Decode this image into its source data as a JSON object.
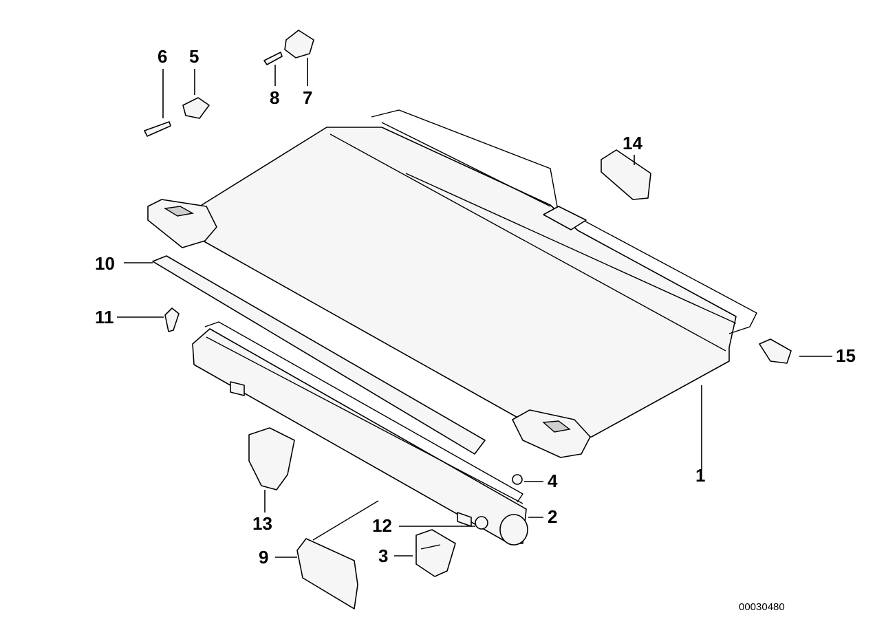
{
  "diagram": {
    "callouts": {
      "c1": "1",
      "c2": "2",
      "c3": "3",
      "c4": "4",
      "c5": "5",
      "c6": "6",
      "c7": "7",
      "c8": "8",
      "c9": "9",
      "c10": "10",
      "c11": "11",
      "c12": "12",
      "c13": "13",
      "c14": "14",
      "c15": "15"
    },
    "document_number": "00030480"
  }
}
